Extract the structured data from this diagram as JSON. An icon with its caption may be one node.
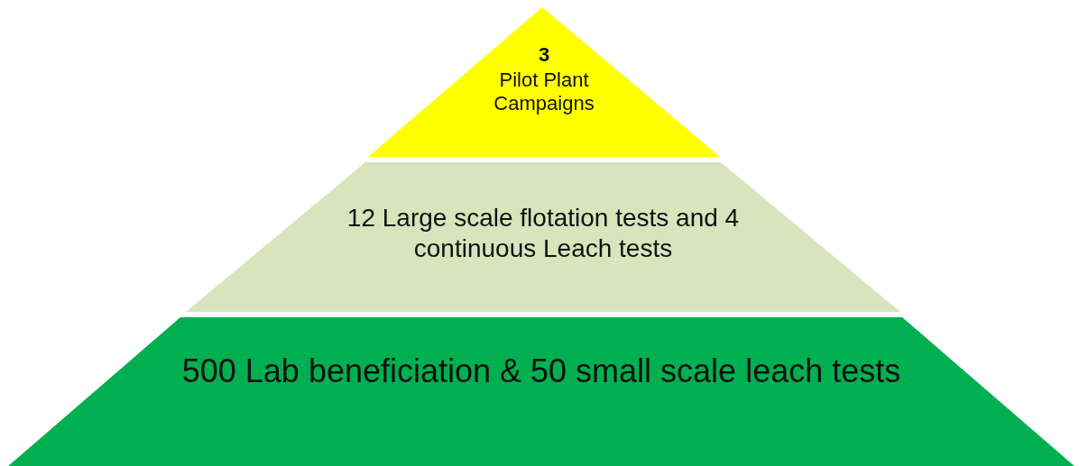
{
  "diagram": {
    "nodes": [
      {
        "text": [
          "3",
          "Pilot Plant Campaigns"
        ]
      },
      {
        "text": [
          "12 Large scale flotation tests and 4 continuous Leach tests"
        ]
      },
      {
        "text": [
          "500 Lab beneficiation & 50 small scale leach tests"
        ]
      }
    ]
  }
}
